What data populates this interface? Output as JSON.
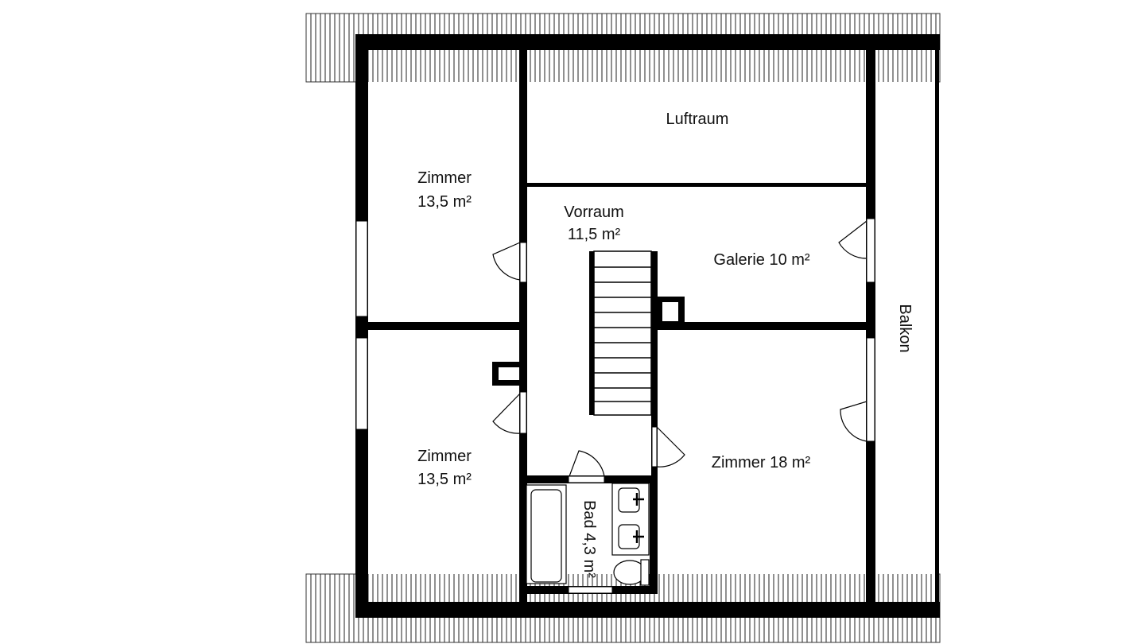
{
  "rooms": {
    "zimmer_top": {
      "name": "Zimmer",
      "area": "13,5 m²"
    },
    "zimmer_bottom": {
      "name": "Zimmer",
      "area": "13,5 m²"
    },
    "luftraum": {
      "name": "Luftraum"
    },
    "vorraum": {
      "name": "Vorraum",
      "area": "11,5 m²"
    },
    "galerie": {
      "label": "Galerie 10 m²"
    },
    "zimmer_large": {
      "label": "Zimmer 18 m²"
    },
    "bad": {
      "label": "Bad 4,3 m²"
    },
    "balkon": {
      "name": "Balkon"
    }
  },
  "colors": {
    "wall": "#000000",
    "background": "#ffffff"
  }
}
